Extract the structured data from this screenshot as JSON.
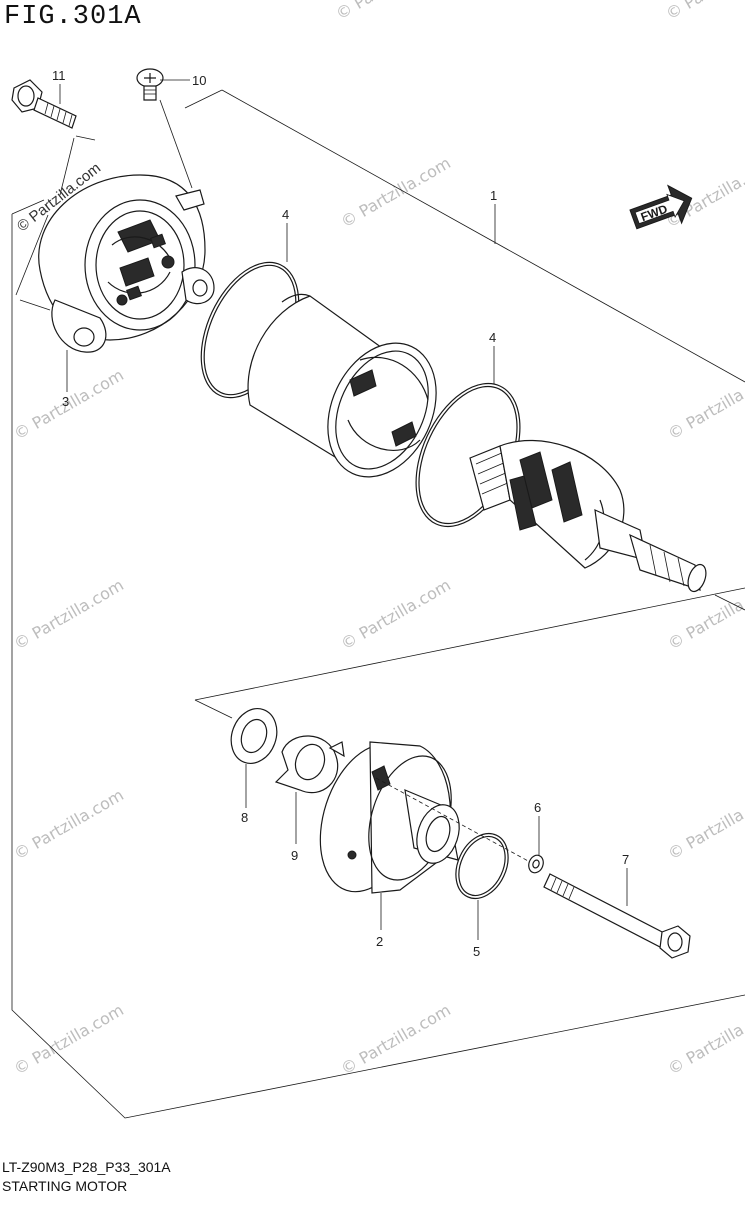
{
  "figure": {
    "title": "FIG.301A",
    "code": "LT-Z90M3_P28_P33_301A",
    "name": "STARTING MOTOR"
  },
  "watermark": {
    "copyright_text": "© Partzilla.com",
    "repeat_text": "© Partzilla.com"
  },
  "direction_badge": {
    "label": "FWD"
  },
  "callouts": [
    "11",
    "10",
    "1",
    "4",
    "3",
    "4",
    "8",
    "9",
    "2",
    "6",
    "5",
    "7"
  ]
}
